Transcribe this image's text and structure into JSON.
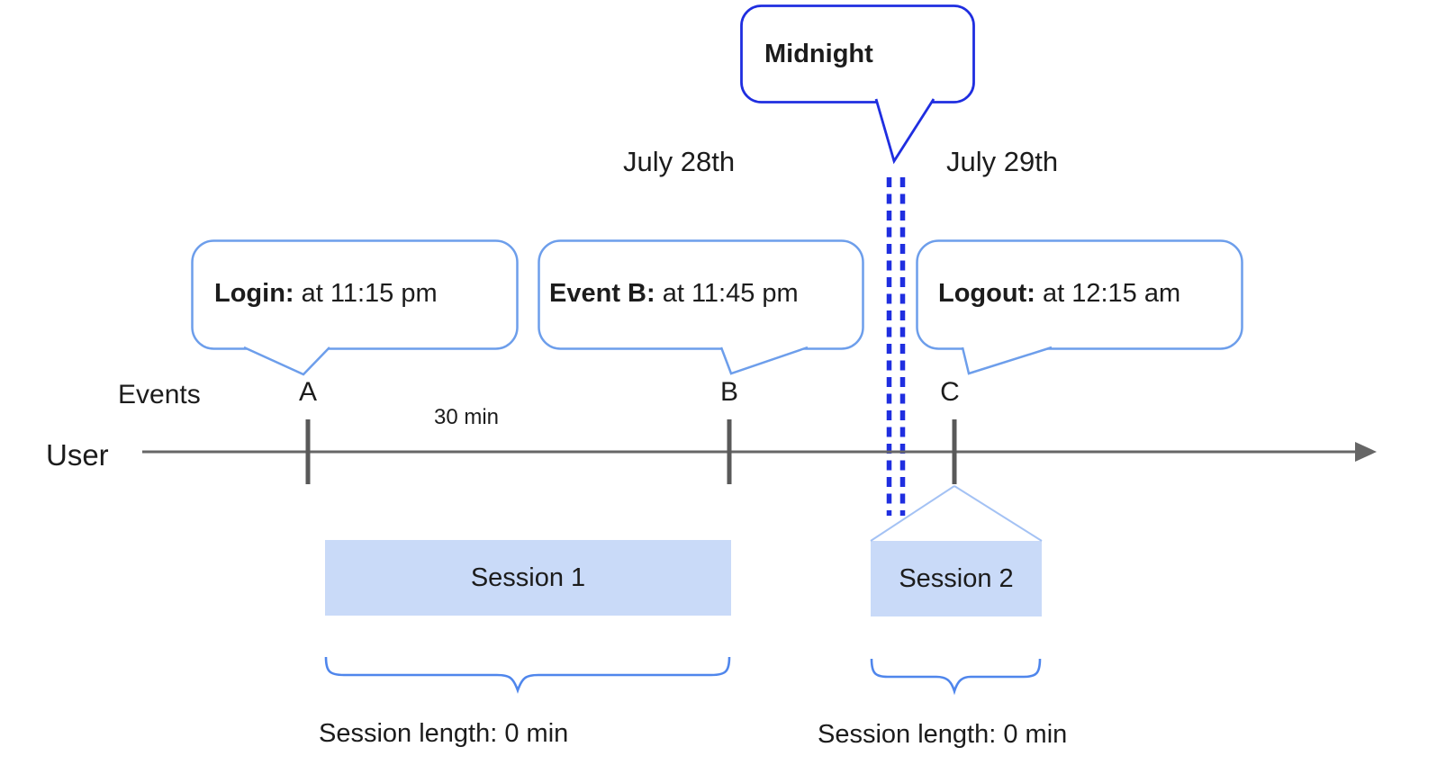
{
  "diagram": {
    "midnight_callout": "Midnight",
    "date_left": "July 28th",
    "date_right": "July 29th",
    "events_label": "Events",
    "user_label": "User",
    "interval_label": "30 min",
    "markers": {
      "a": "A",
      "b": "B",
      "c": "C"
    },
    "bubbles": {
      "login": {
        "bold": "Login:",
        "rest": " at 11:15 pm"
      },
      "event_b": {
        "bold": "Event B:",
        "rest": " at 11:45 pm"
      },
      "logout": {
        "bold": "Logout:",
        "rest": " at 12:15 am"
      }
    },
    "sessions": {
      "s1": {
        "label": "Session 1",
        "length": "Session length: 0 min"
      },
      "s2": {
        "label": "Session 2",
        "length": "Session length: 0 min"
      }
    },
    "colors": {
      "accent_strong": "#1f2ee0",
      "bubble_border": "#6d9eeb",
      "session_fill": "#c9daf8",
      "light_line": "#a4c2f4",
      "brace": "#4f86ec",
      "axis": "#666666"
    }
  }
}
